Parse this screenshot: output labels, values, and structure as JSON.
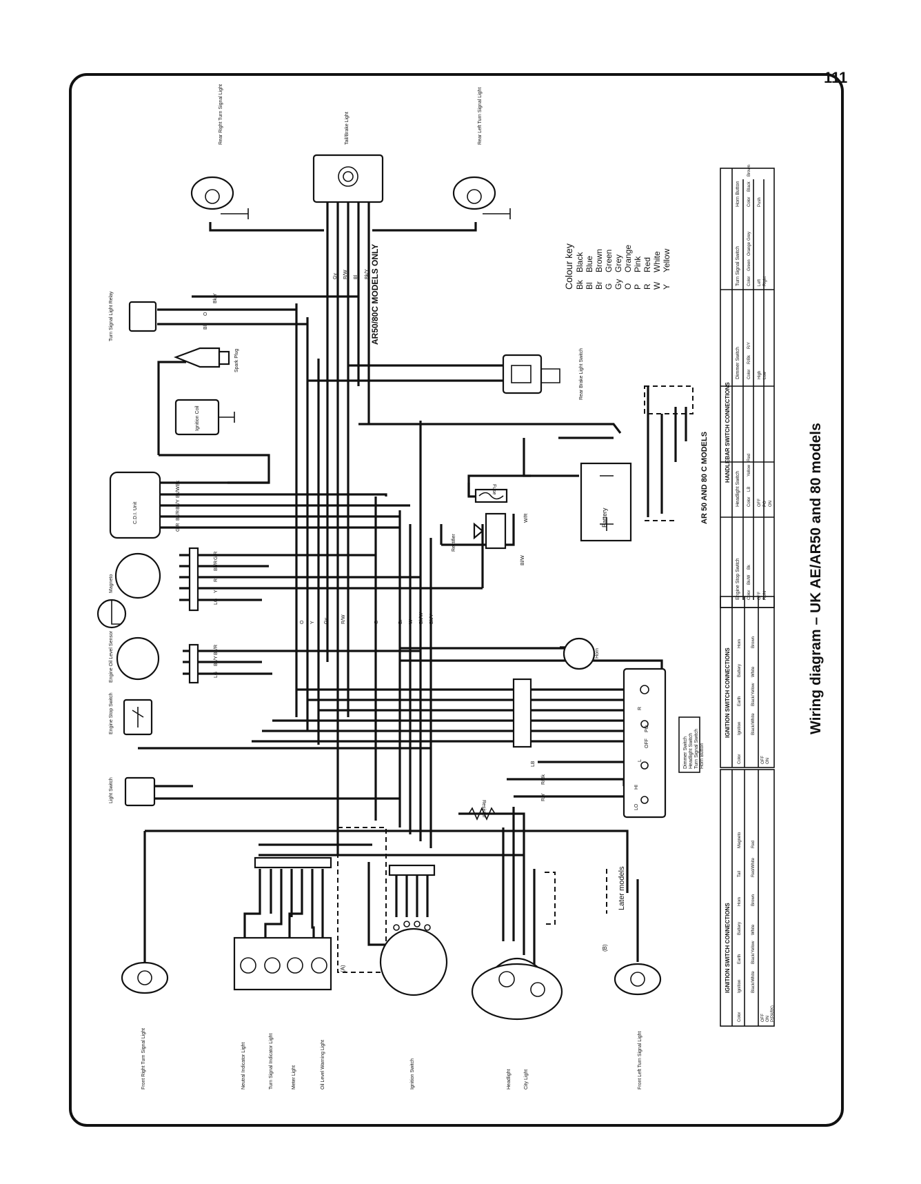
{
  "page_number": "111",
  "caption": "Wiring diagram – UK AE/AR50 and 80 models",
  "colour_key": {
    "title": "Colour key",
    "entries": [
      {
        "code": "Bk",
        "name": "Black"
      },
      {
        "code": "Bl",
        "name": "Blue"
      },
      {
        "code": "Br",
        "name": "Brown"
      },
      {
        "code": "G",
        "name": "Green"
      },
      {
        "code": "Gy",
        "name": "Grey"
      },
      {
        "code": "O",
        "name": "Orange"
      },
      {
        "code": "P",
        "name": "Pink"
      },
      {
        "code": "R",
        "name": "Red"
      },
      {
        "code": "W",
        "name": "White"
      },
      {
        "code": "Y",
        "name": "Yellow"
      }
    ]
  },
  "notes": {
    "ar50_80c_only": "AR50/80C MODELS ONLY",
    "ar50_80c": "AR 50 AND 80 C MODELS",
    "later_models": "Later models",
    "ref_a": "(A)",
    "ref_b": "(B)"
  },
  "components": {
    "rear_right_turn": "Rear Right Turn Signal Light",
    "tail_brake": "Tail/Brake Light",
    "rear_left_turn": "Rear Left Turn Signal Light",
    "turn_relay": "Turn Signal Light Relay",
    "spark_plug": "Spark Plug",
    "ignition_coil": "Ignition Coil",
    "rear_brake_switch": "Rear Brake Light Switch",
    "cdi": "C.D.I. Unit",
    "fuse": "Fuse",
    "battery": "Battery",
    "rectifier": "Rectifier",
    "magneto": "Magneto",
    "oil_sensor": "Engine Oil Level Sensor",
    "horn": "Horn",
    "engine_stop": "Engine Stop Switch",
    "light_switch": "Light Switch",
    "resistor": "Resistor",
    "front_right_turn": "Front Right Turn Signal Light",
    "neutral_ind": "Neutral Indicator Light",
    "turn_ind": "Turn Signal Indicator Light",
    "meter_light": "Meter Light",
    "oil_warning": "Oil Level Warning Light",
    "ignition_switch": "Ignition Switch",
    "headlight": "Headlight",
    "city_light": "City Light",
    "front_left_turn": "Front Left Turn Signal Light"
  },
  "switch_legend": [
    "Dimmer Switch",
    "Headlight Switch",
    "Turn Signal Switch",
    "Horn Button"
  ],
  "switch_marks": {
    "dimmer_hi": "HI",
    "dimmer_lo": "LO",
    "off": "OFF",
    "po": "PO",
    "r": "R",
    "l": "L"
  },
  "wire_codes": {
    "bk_y": "Bk/Y",
    "o": "O",
    "gy": "Gy",
    "r_w": "R/W",
    "r": "R",
    "bl": "Bl",
    "bk_w": "Bk/W",
    "bk_r": "Bk/R",
    "g_r": "G/R",
    "y": "Y",
    "lg": "LG",
    "g": "G",
    "br": "Br",
    "bk": "Bk",
    "w": "W",
    "w_r": "W/R",
    "bl_w": "Bl/W",
    "lb": "LB",
    "r_bk": "R/Bk",
    "r_y": "R/Y"
  },
  "tables": {
    "handlebar": {
      "title": "HANDLEBAR SWITCH CONNECTIONS",
      "engine_stop": {
        "title": "Engine Stop Switch",
        "headers": [
          "Color",
          "Bk/W",
          "Bk"
        ],
        "rows": [
          "OFF",
          "RUN"
        ]
      },
      "headlight": {
        "title": "Headlight Switch",
        "headers": [
          "Color",
          "LB",
          "Yellow",
          "Red"
        ],
        "rows": [
          "OFF",
          "PO",
          "ON"
        ]
      },
      "dimmer": {
        "title": "Dimmer Switch",
        "headers": [
          "Color",
          "R/Bk",
          "R/Y"
        ],
        "rows": [
          "High",
          "Low"
        ]
      },
      "turn_signal": {
        "title": "Turn Signal Switch",
        "headers": [
          "Color",
          "Green",
          "Orange",
          "Grey"
        ],
        "rows": [
          "Left",
          "Right"
        ]
      },
      "horn_button": {
        "title": "Horn Button",
        "headers": [
          "Color",
          "Black",
          "Brown"
        ],
        "rows": [
          "Push"
        ]
      }
    },
    "ignition_a": {
      "title": "IGNITION SWITCH CONNECTIONS",
      "headers": [
        "Color",
        "Ignition",
        "Earth",
        "Battery",
        "Horn"
      ],
      "subheaders": [
        "",
        "Black/White",
        "Black/Yellow",
        "White",
        "Brown"
      ],
      "rows": [
        "OFF",
        "ON"
      ]
    },
    "ignition_b": {
      "title": "IGNITION SWITCH CONNECTIONS",
      "headers": [
        "Color",
        "Ignition",
        "Earth",
        "Battery",
        "Horn",
        "Tail",
        "Magneto"
      ],
      "subheaders": [
        "",
        "Black/White",
        "Black/Yellow",
        "White",
        "Brown",
        "Red/White",
        "Red"
      ],
      "rows": [
        "OFF",
        "ON",
        "P(PARK)"
      ]
    }
  }
}
